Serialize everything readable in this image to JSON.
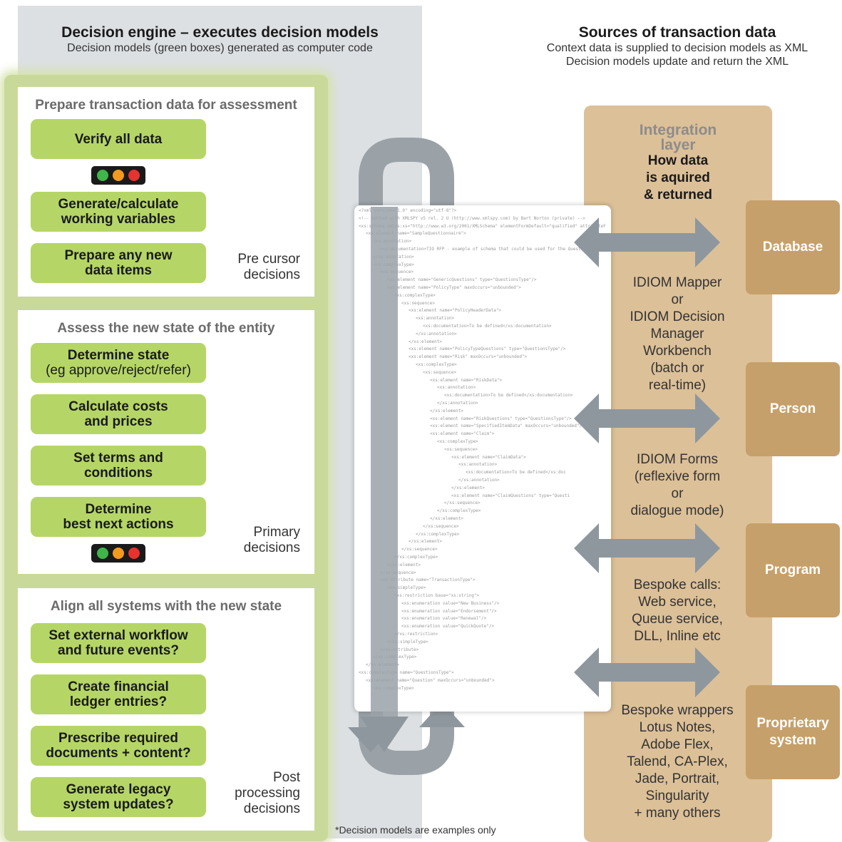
{
  "engine": {
    "title": "Decision engine – executes decision models",
    "subtitle": "Decision models (green boxes) generated as computer code"
  },
  "sources": {
    "title": "Sources of transaction data",
    "sub1": "Context data is supplied to decision models as XML",
    "sub2": "Decision models update and return the XML"
  },
  "panels": [
    {
      "title": "Prepare transaction data for assessment",
      "boxes": [
        {
          "line1": "Verify all data",
          "line2": ""
        },
        {
          "line1": "Generate/calculate",
          "line2": "working variables"
        },
        {
          "line1": "Prepare any new",
          "line2": "data items"
        }
      ],
      "note1": "Pre cursor",
      "note2": "decisions"
    },
    {
      "title": "Assess the new state of the entity",
      "boxes": [
        {
          "line1": "Determine state",
          "line2": "(eg approve/reject/refer)"
        },
        {
          "line1": "Calculate costs",
          "line2": "and prices"
        },
        {
          "line1": "Set terms and",
          "line2": "conditions"
        },
        {
          "line1": "Determine",
          "line2": "best next actions"
        }
      ],
      "note1": "Primary",
      "note2": "decisions"
    },
    {
      "title": "Align all systems with the new state",
      "boxes": [
        {
          "line1": "Set external workflow",
          "line2": "and future events?"
        },
        {
          "line1": "Create financial",
          "line2": "ledger entries?"
        },
        {
          "line1": "Prescribe required",
          "line2": "documents + content?"
        },
        {
          "line1": "Generate legacy",
          "line2": "system updates?"
        }
      ],
      "note1": "Post",
      "note2": "processing",
      "note3": "decisions"
    }
  ],
  "integration": {
    "title1": "Integration",
    "title2": "layer",
    "sub1": "How data",
    "sub2": "is aquired",
    "sub3": "& returned",
    "mapper": [
      "IDIOM Mapper",
      "or",
      "IDIOM Decision",
      "Manager",
      "Workbench",
      "(batch or",
      "real-time)"
    ],
    "forms": [
      "IDIOM Forms",
      "(reflexive form",
      "or",
      "dialogue mode)"
    ],
    "calls": [
      "Bespoke calls:",
      "Web service,",
      "Queue service,",
      "DLL, Inline etc"
    ],
    "wrappers": [
      "Bespoke wrappers",
      "Lotus Notes,",
      "Adobe Flex,",
      "Talend, CA-Plex,",
      "Jade, Portrait,",
      "Singularity",
      "+ many others"
    ]
  },
  "systems": [
    {
      "line1": "Database",
      "line2": ""
    },
    {
      "line1": "Person",
      "line2": ""
    },
    {
      "line1": "Program",
      "line2": ""
    },
    {
      "line1": "Proprietary",
      "line2": "system"
    }
  ],
  "footnote": "*Decision models are examples only",
  "xml_lines": [
    "<?xml version=\"1.0\" encoding=\"utf-8\"?>",
    "<!-- edited with XMLSPY v5 rel. 2 U (http://www.xmlspy.com) by Bart Norton (private) -->",
    "<xs:schema xmlns:xs=\"http://www.w3.org/2001/XMLSchema\" elementFormDefault=\"qualified\" attributeF",
    "<xs:element name=\"SampleQuestionnaire\">",
    "<xs:annotation>",
    "<xs:documentation>TIO RFP - example of schema that could be used for the Questi",
    "</xs:annotation>",
    "<xs:complexType>",
    "<xs:sequence>",
    "<xs:element name=\"GenericQuestions\" type=\"QuestionsType\"/>",
    "<xs:element name=\"PolicyType\" maxOccurs=\"unbounded\">",
    "<xs:complexType>",
    "<xs:sequence>",
    "<xs:element name=\"PolicyHeaderData\">",
    "<xs:annotation>",
    "<xs:documentation>To be defined</xs:documentation>",
    "</xs:annotation>",
    "</xs:element>",
    "<xs:element name=\"PolicyTypeQuestions\" type=\"QuestionsType\"/>",
    "<xs:element name=\"Risk\" maxOccurs=\"unbounded\">",
    "<xs:complexType>",
    "<xs:sequence>",
    "<xs:element name=\"RiskData\">",
    "<xs:annotation>",
    "<xs:documentation>To be defined</xs:documentation>",
    "</xs:annotation>",
    "</xs:element>",
    "<xs:element name=\"RiskQuestions\" type=\"QuestionsType\"/>",
    "<xs:element name=\"SpecifiedItemData\" maxOccurs=\"unbounded\"/>",
    "<xs:element name=\"Claim\">",
    "<xs:complexType>",
    "<xs:sequence>",
    "<xs:element name=\"ClaimData\">",
    "<xs:annotation>",
    "<xs:documentation>To be defined</xs:doc",
    "</xs:annotation>",
    "</xs:element>",
    "<xs:element name=\"ClaimQuestions\" type=\"Questi",
    "</xs:sequence>",
    "</xs:complexType>",
    "</xs:element>",
    "</xs:sequence>",
    "</xs:complexType>",
    "</xs:element>",
    "</xs:sequence>",
    "</xs:complexType>",
    "</xs:element>",
    "</xs:sequence>",
    "<xs:attribute name=\"TransactionType\">",
    "<xs:simpleType>",
    "<xs:restriction base=\"xs:string\">",
    "<xs:enumeration value=\"New Business\"/>",
    "<xs:enumeration value=\"Endorsement\"/>",
    "<xs:enumeration value=\"Renewal\"/>",
    "<xs:enumeration value=\"QuickQuote\"/>",
    "</xs:restriction>",
    "</xs:simpleType>",
    "</xs:attribute>",
    "</xs:complexType>",
    "</xs:element>",
    "<xs:complexType name=\"QuestionsType\">",
    "<xs:element name=\"Question\" maxOccurs=\"unbounded\">",
    "<xs:complexType>"
  ],
  "colors": {
    "engine_bg": "#dde0e3",
    "green_box": "#b5d666",
    "integration": "#dcc098",
    "system_box": "#c6a06a",
    "arrow": "#8e979d"
  }
}
